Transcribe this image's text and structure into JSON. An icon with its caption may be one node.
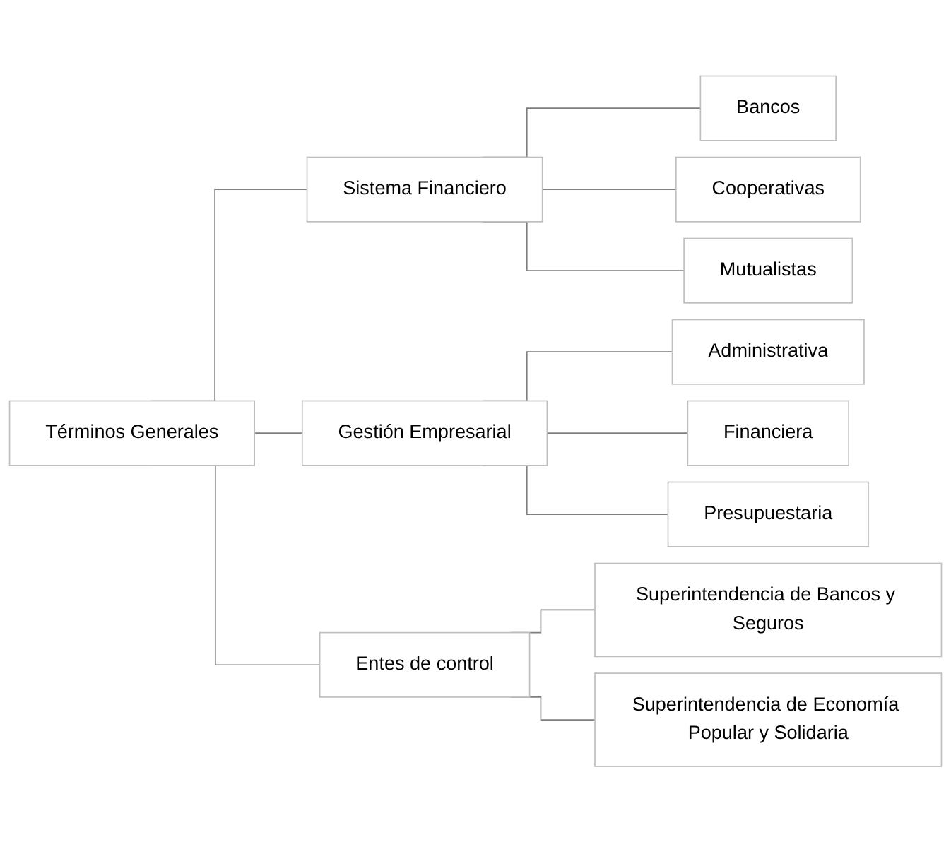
{
  "diagram": {
    "nodes": [
      {
        "text": [
          "Términos Generales"
        ]
      },
      {
        "text": [
          "Sistema Financiero"
        ]
      },
      {
        "text": [
          "Bancos"
        ]
      },
      {
        "text": [
          "Cooperativas"
        ]
      },
      {
        "text": [
          "Mutualistas"
        ]
      },
      {
        "text": [
          "Gestión Empresarial"
        ]
      },
      {
        "text": [
          "Administrativa"
        ]
      },
      {
        "text": [
          "Financiera"
        ]
      },
      {
        "text": [
          "Presupuestaria"
        ]
      },
      {
        "text": [
          "Entes de control"
        ]
      },
      {
        "text": [
          "Superintendencia de Bancos y Seguros"
        ]
      },
      {
        "text": [
          "Superintendencia de Economía Popular y Solidaria"
        ]
      }
    ],
    "edges": [
      {
        "from": 0,
        "to": 1,
        "arrow": "none"
      },
      {
        "from": 0,
        "to": 5,
        "arrow": "none"
      },
      {
        "from": 0,
        "to": 9,
        "arrow": "none"
      },
      {
        "from": 1,
        "to": 2,
        "arrow": "none"
      },
      {
        "from": 1,
        "to": 3,
        "arrow": "none"
      },
      {
        "from": 1,
        "to": 4,
        "arrow": "none"
      },
      {
        "from": 5,
        "to": 6,
        "arrow": "none"
      },
      {
        "from": 5,
        "to": 7,
        "arrow": "none"
      },
      {
        "from": 5,
        "to": 8,
        "arrow": "none"
      },
      {
        "from": 9,
        "to": 10,
        "arrow": "none"
      },
      {
        "from": 9,
        "to": 11,
        "arrow": "none"
      }
    ]
  }
}
